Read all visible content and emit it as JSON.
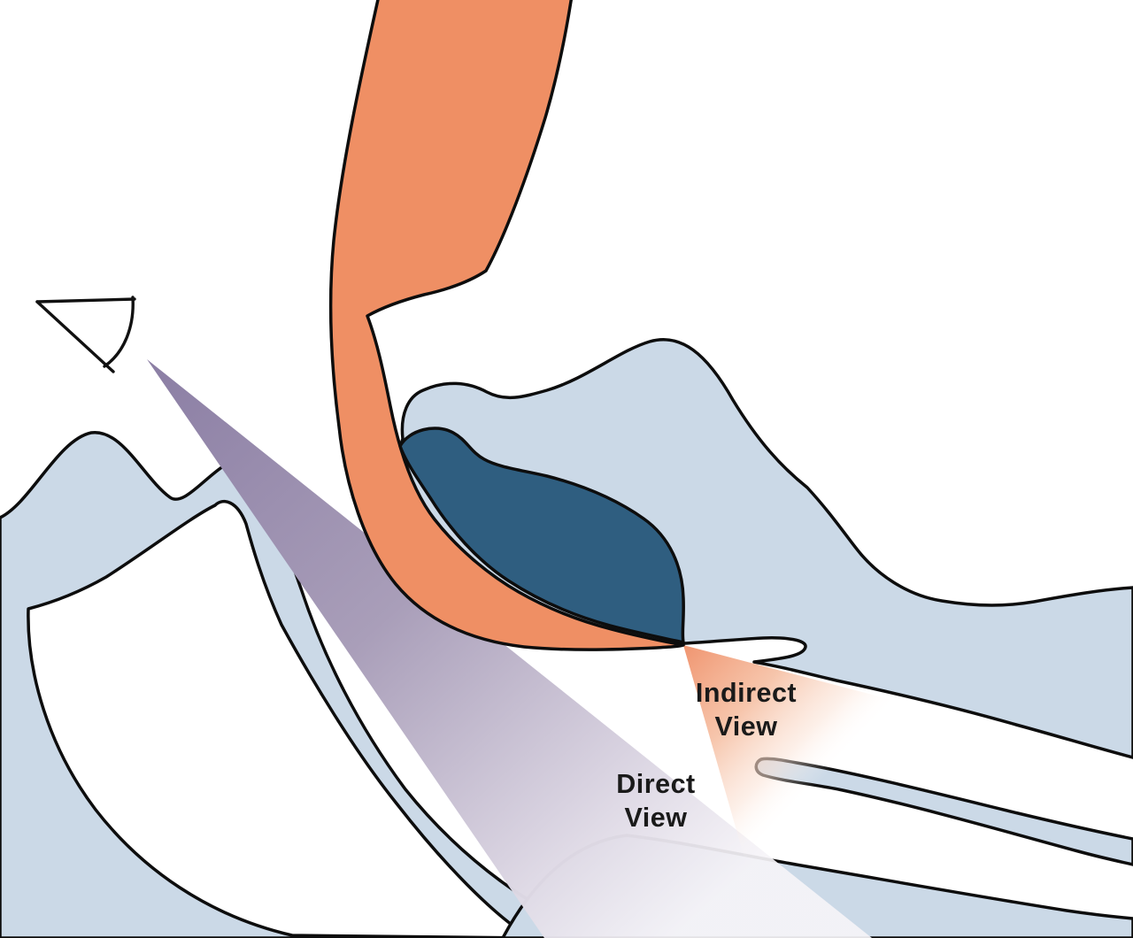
{
  "diagram": {
    "type": "medical-illustration",
    "subject": "laryngoscopy line-of-sight comparison, sagittal airway view",
    "labels": {
      "indirect_line1": "Indirect",
      "indirect_line2": "View",
      "direct_line1": "Direct",
      "direct_line2": "View"
    },
    "colors": {
      "background": "#FFFFFF",
      "outline": "#0D0D0D",
      "tissue_orange": "#EF8F64",
      "epiglottis_navy": "#2F5E80",
      "anatomy_light_blue": "#CBD9E7",
      "direct_view_beam_purple": "#8B7EA4",
      "indirect_view_beam_orange": "#EF9069",
      "label_text": "#1A1A1A"
    },
    "icons": {
      "eye_icon": "eye-viewing-angle"
    }
  }
}
